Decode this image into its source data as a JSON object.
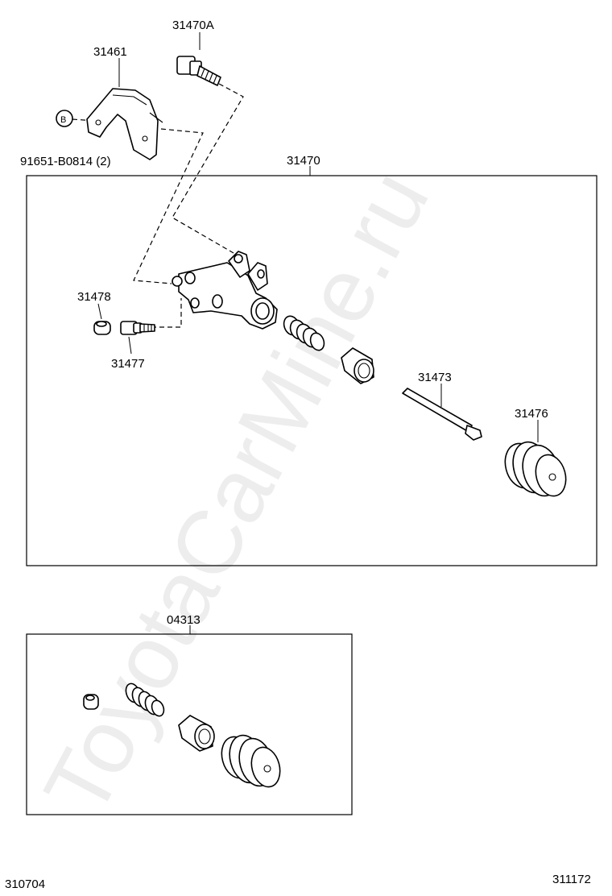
{
  "watermark": "ToyotaCarMine.ru",
  "labels": {
    "p31470A": "31470A",
    "p31461": "31461",
    "circle_b": "B",
    "p91651": "91651-B0814 (2)",
    "p31470": "31470",
    "p31478": "31478",
    "p31477": "31477",
    "p31473": "31473",
    "p31476": "31476",
    "p04313": "04313"
  },
  "footer": {
    "left_code": "310704",
    "right_code": "311172"
  }
}
